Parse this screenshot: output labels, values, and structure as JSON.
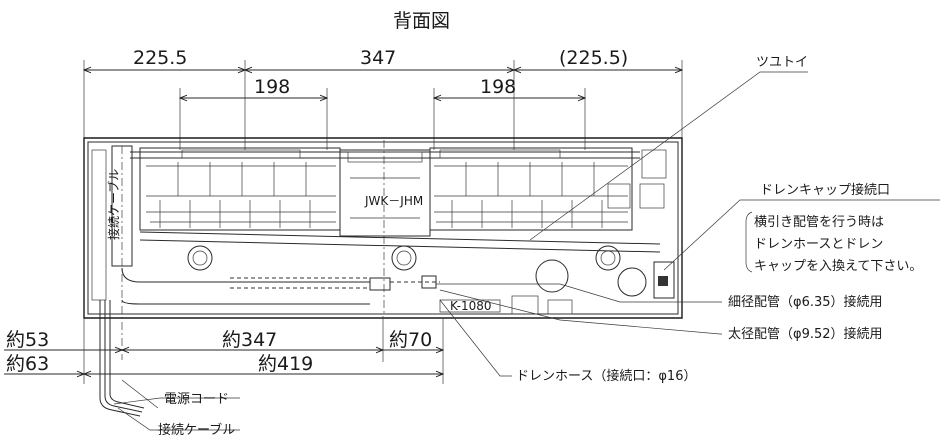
{
  "title": "背面図",
  "dimensions": {
    "top_left": "225.5",
    "top_center": "347",
    "top_right": "(225.5)",
    "inner_left": "198",
    "inner_right": "198",
    "bottom_53": "約53",
    "bottom_63": "約63",
    "bottom_347": "約347",
    "bottom_70": "約70",
    "bottom_419": "約419"
  },
  "labels": {
    "tsutoi": "ツユトイ",
    "drain_cap": "ドレンキャップ接続口",
    "note_line1": "横引き配管を行う時は",
    "note_line2": "ドレンホースとドレン",
    "note_line3": "キャップを入換えて下さい。",
    "thin_pipe": "細径配管（φ6.35）接続用",
    "thick_pipe": "太径配管（φ9.52）接続用",
    "drain_hose": "ドレンホース（接続口：φ16）",
    "power_cord": "電源コード",
    "connection_cable": "接続ケーブル"
  }
}
